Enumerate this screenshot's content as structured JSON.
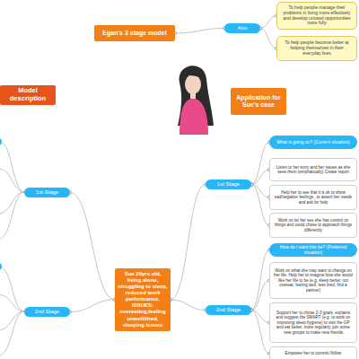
{
  "diagram": {
    "nodes": [
      {
        "text": [
          "Egan's 3 stage model"
        ]
      },
      {
        "text": [
          "Aim"
        ]
      },
      {
        "text": [
          "To help people manage their problems in living more effectively and develop unused opportunities more fully"
        ]
      },
      {
        "text": [
          "To help people become better at helping themselves in their everyday lives"
        ]
      },
      {
        "text": [
          "Model description"
        ]
      },
      {
        "text": [
          "Application for Sue's case"
        ]
      },
      {
        "text": [
          "Sue 29yrs old, living alone, struggling to sleep, reduced work performance, ISSUES: overeating,feeling unwell/tired, sleeping issues"
        ]
      },
      {
        "text": [
          "1st Stage"
        ]
      },
      {
        "text": [
          "2nd Stage"
        ]
      },
      {
        "text": [
          "1st Stage"
        ]
      },
      {
        "text": [
          "What is going on? (Current situation)"
        ]
      },
      {
        "text": [
          "Listen to her story and her issues as she sees them (emphatically) Create report"
        ]
      },
      {
        "text": [
          "Help her to see that it is ok to show sad/negative feelings , to assert her needs and ask for help"
        ]
      },
      {
        "text": [
          "Work on let her see she has control on things and could chose to approach things differently"
        ]
      },
      {
        "text": [
          "2nd Stage"
        ]
      },
      {
        "text": [
          "How do I want this be? (Preferred situation)"
        ]
      },
      {
        "text": [
          "Work on what she may want to change on her life. Help her to imagine how she would like her life to be (e.g. sleep better, not overeat, feeling well, less tired, find a partner)"
        ]
      },
      {
        "text": [
          "Support her to chose 2-3 goals, explains and suggest the SMART (e.g. to work on improving sleep hygiene) to visit the GP and eat better, more regularly, join some new groups to make new friends"
        ]
      },
      {
        "text": [
          "Empower her to commit /follow"
        ]
      }
    ],
    "edges": [
      {
        "from": 0,
        "to": 1,
        "arrow": "none"
      },
      {
        "from": 1,
        "to": 2,
        "arrow": "none"
      },
      {
        "from": 1,
        "to": 3,
        "arrow": "none"
      },
      {
        "from": 6,
        "to": 7,
        "arrow": "none"
      },
      {
        "from": 6,
        "to": 8,
        "arrow": "none"
      },
      {
        "from": 6,
        "to": 9,
        "arrow": "none"
      },
      {
        "from": 6,
        "to": 14,
        "arrow": "none"
      },
      {
        "from": 9,
        "to": 10,
        "arrow": "none"
      },
      {
        "from": 9,
        "to": 11,
        "arrow": "none"
      },
      {
        "from": 9,
        "to": 12,
        "arrow": "none"
      },
      {
        "from": 9,
        "to": 13,
        "arrow": "none"
      },
      {
        "from": 14,
        "to": 15,
        "arrow": "none"
      },
      {
        "from": 14,
        "to": 16,
        "arrow": "none"
      },
      {
        "from": 14,
        "to": 17,
        "arrow": "none"
      },
      {
        "from": 14,
        "to": 18,
        "arrow": "none"
      }
    ]
  }
}
